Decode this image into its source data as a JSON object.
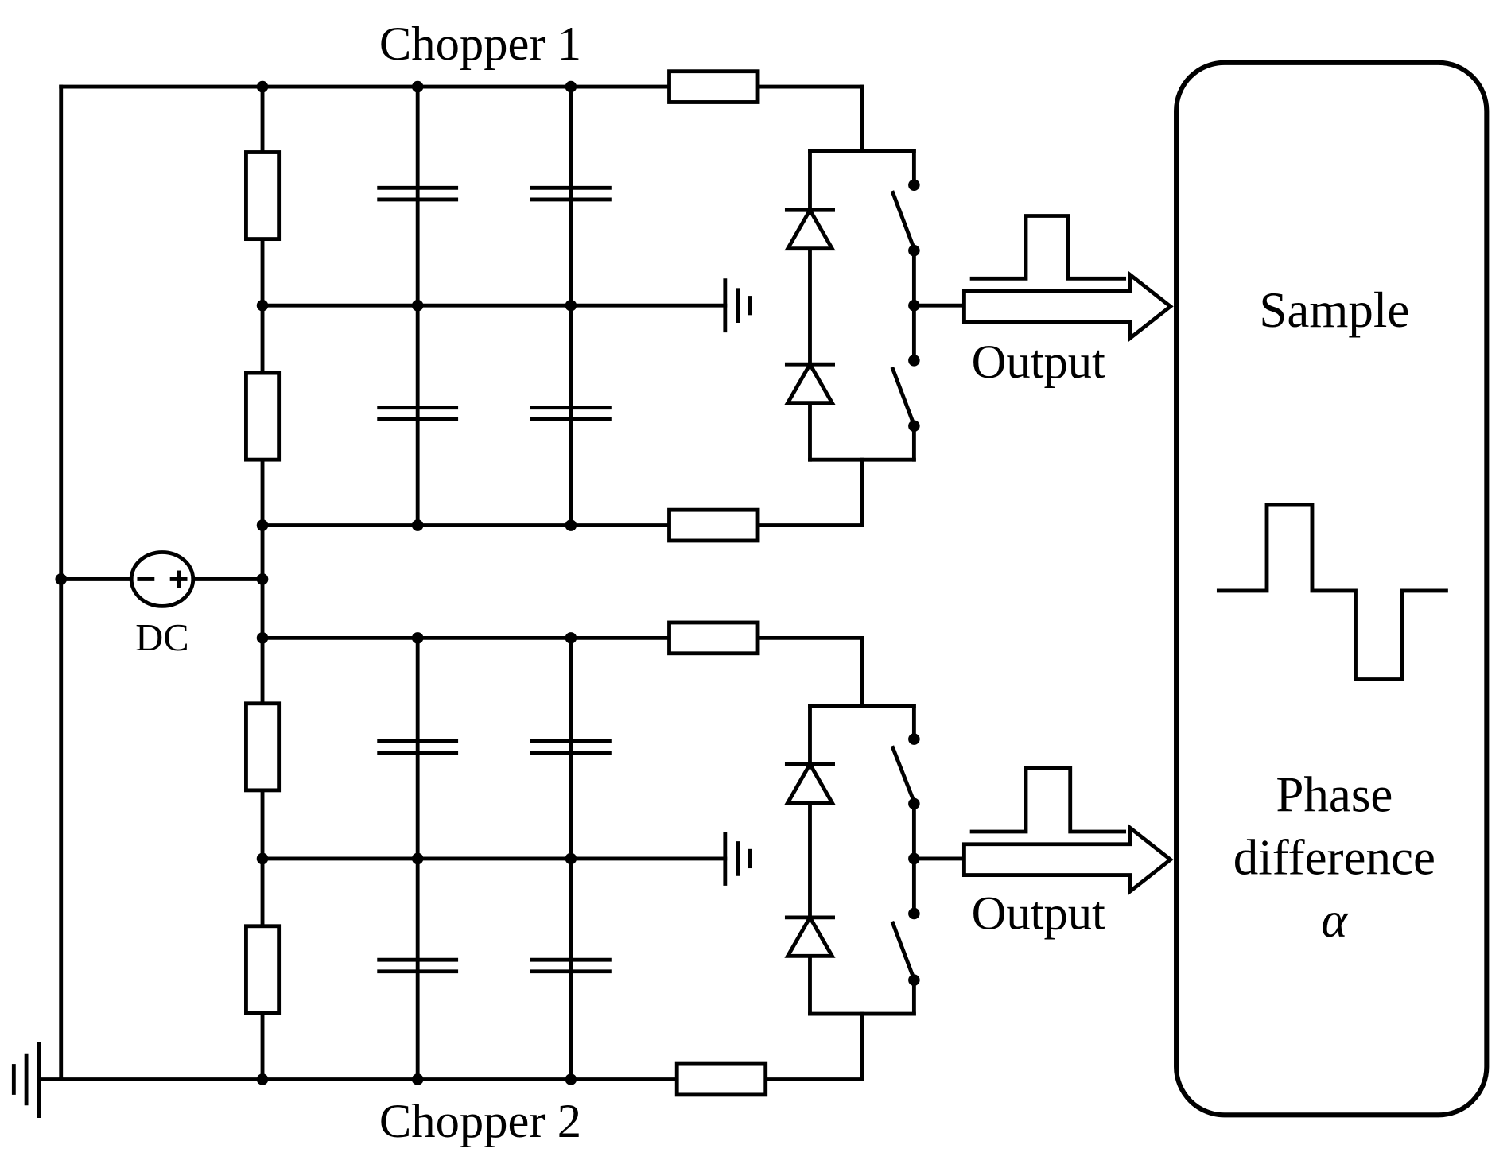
{
  "labels": {
    "chopper_top": "Chopper 1",
    "chopper_bottom": "Chopper 2",
    "source": "DC",
    "output_top": "Output",
    "output_bottom": "Output",
    "sample": "Sample",
    "phase_line1": "Phase",
    "phase_line2": "difference",
    "phase_symbol": "α"
  },
  "colors": {
    "line": "#000000",
    "background": "#ffffff"
  }
}
